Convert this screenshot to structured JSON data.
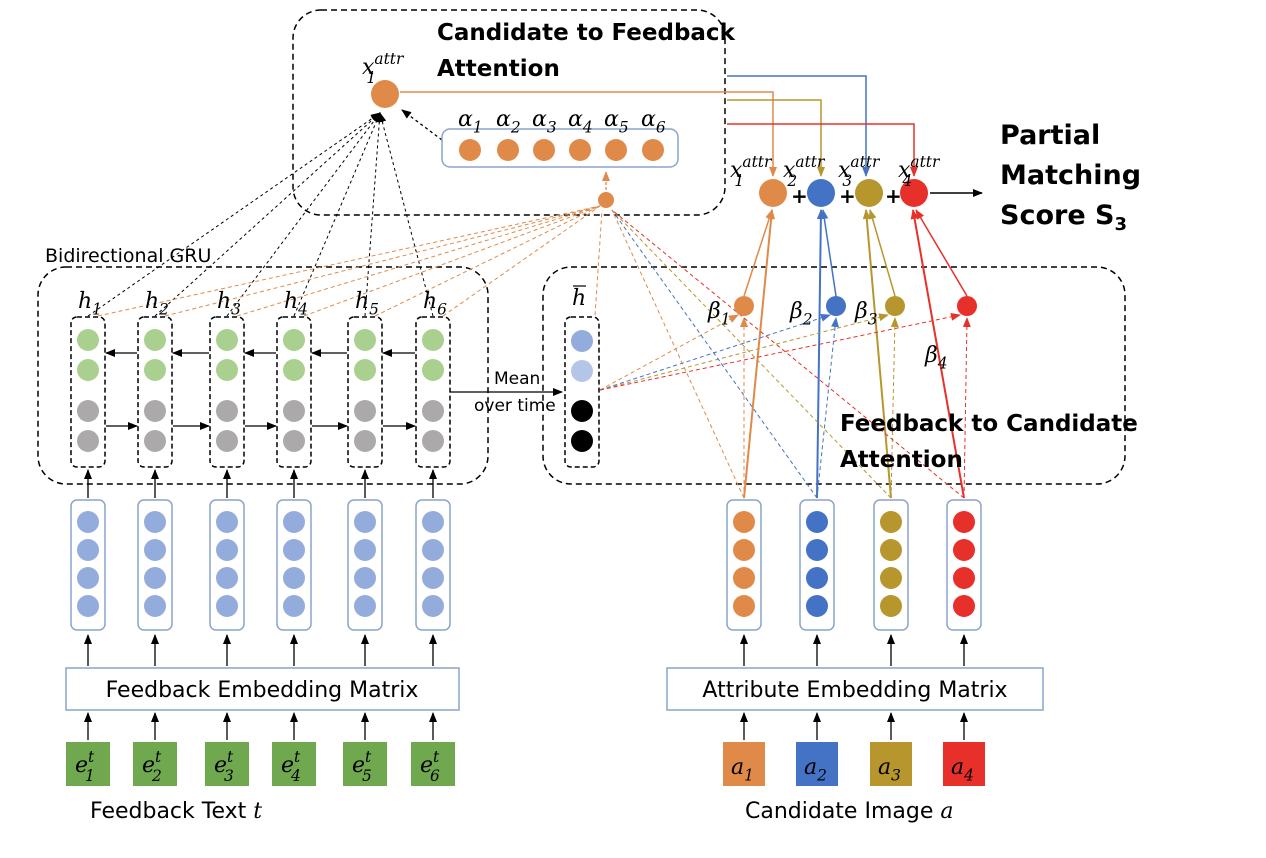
{
  "titles": {
    "cand_fb_line1": "Candidate to Feedback",
    "cand_fb_line2": "Attention",
    "fb_cand_line1": "Feedback to Candidate",
    "fb_cand_line2": "Attention",
    "partial_line1": "Partial",
    "partial_line2": "Matching",
    "partial_line3_prefix": "Score S",
    "partial_line3_sub": "3",
    "bigru": "Bidirectional GRU",
    "mean_line1": "Mean",
    "mean_line2": "over time"
  },
  "matrices": {
    "feedback": "Feedback Embedding Matrix",
    "attribute": "Attribute Embedding Matrix"
  },
  "captions": {
    "feedback_prefix": "Feedback Text ",
    "feedback_var": "t",
    "candidate_prefix": "Candidate Image ",
    "candidate_var": "a"
  },
  "math": {
    "x_base": "x",
    "attr_sup": "attr",
    "h_base": "h",
    "hbar": "h",
    "alpha": "α",
    "beta": "β",
    "e_base": "e",
    "e_sup": "t",
    "a_base": "a",
    "plus": "+"
  },
  "tokens": [
    {
      "index": "1"
    },
    {
      "index": "2"
    },
    {
      "index": "3"
    },
    {
      "index": "4"
    },
    {
      "index": "5"
    },
    {
      "index": "6"
    }
  ],
  "attributes": [
    {
      "index": "1",
      "color": "#e08a4a"
    },
    {
      "index": "2",
      "color": "#4472c4"
    },
    {
      "index": "3",
      "color": "#b8962e"
    },
    {
      "index": "4",
      "color": "#e8302a"
    }
  ],
  "colors": {
    "token_box": "#70a850",
    "embedding_dot": "#94acdc",
    "gru_green": "#a9d08e",
    "gru_gray": "#aba9a9",
    "hbar_dot1": "#94acdc",
    "hbar_dot2": "#b4c6e7",
    "hbar_dot3": "#000000",
    "hbar_dot4": "#000000",
    "alpha_dot": "#e08a4a",
    "box_border": "#8aa4cc"
  }
}
